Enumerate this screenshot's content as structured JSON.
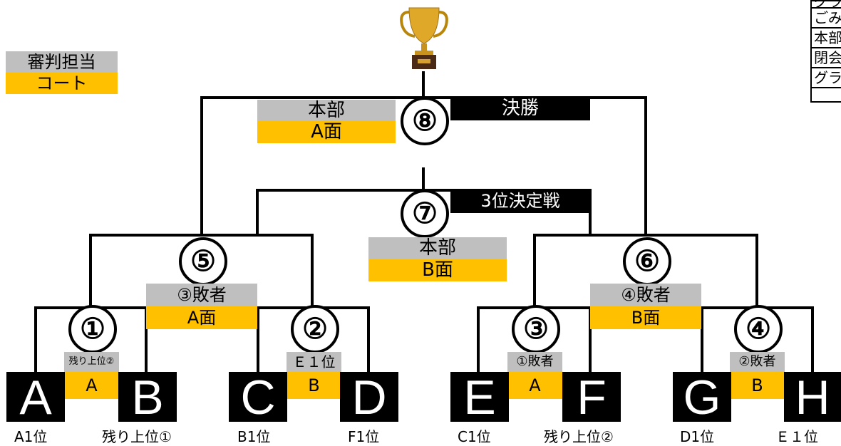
{
  "legend_key": {
    "referee": "審判担当",
    "court": "コート"
  },
  "side_legend": [
    "グラ",
    "ごみ",
    "本部",
    "閉会",
    "グラ"
  ],
  "matches": {
    "m1": {
      "number": "①",
      "referee": "残り上位②",
      "court": "A"
    },
    "m2": {
      "number": "②",
      "referee": "Ｅ１位",
      "court": "B"
    },
    "m3": {
      "number": "③",
      "referee": "①敗者",
      "court": "A"
    },
    "m4": {
      "number": "④",
      "referee": "②敗者",
      "court": "B"
    },
    "m5": {
      "number": "⑤",
      "referee": "③敗者",
      "court": "A面"
    },
    "m6": {
      "number": "⑥",
      "referee": "④敗者",
      "court": "B面"
    },
    "m7": {
      "number": "⑦",
      "title": "3位決定戦",
      "referee": "本部",
      "court": "B面"
    },
    "m8": {
      "number": "⑧",
      "title": "決勝",
      "referee": "本部",
      "court": "A面"
    }
  },
  "teams": [
    {
      "letter": "A",
      "seed": "A1位"
    },
    {
      "letter": "B",
      "seed": "残り上位①"
    },
    {
      "letter": "C",
      "seed": "B1位"
    },
    {
      "letter": "D",
      "seed": "F1位"
    },
    {
      "letter": "E",
      "seed": "C1位"
    },
    {
      "letter": "F",
      "seed": "残り上位②"
    },
    {
      "letter": "G",
      "seed": "D1位"
    },
    {
      "letter": "H",
      "seed": "Ｅ１位"
    }
  ],
  "colors": {
    "referee_bg": "#bfbfbf",
    "court_bg": "#ffc000",
    "team_bg": "#000000",
    "line": "#000000"
  },
  "icons": {
    "trophy": "trophy-icon"
  }
}
